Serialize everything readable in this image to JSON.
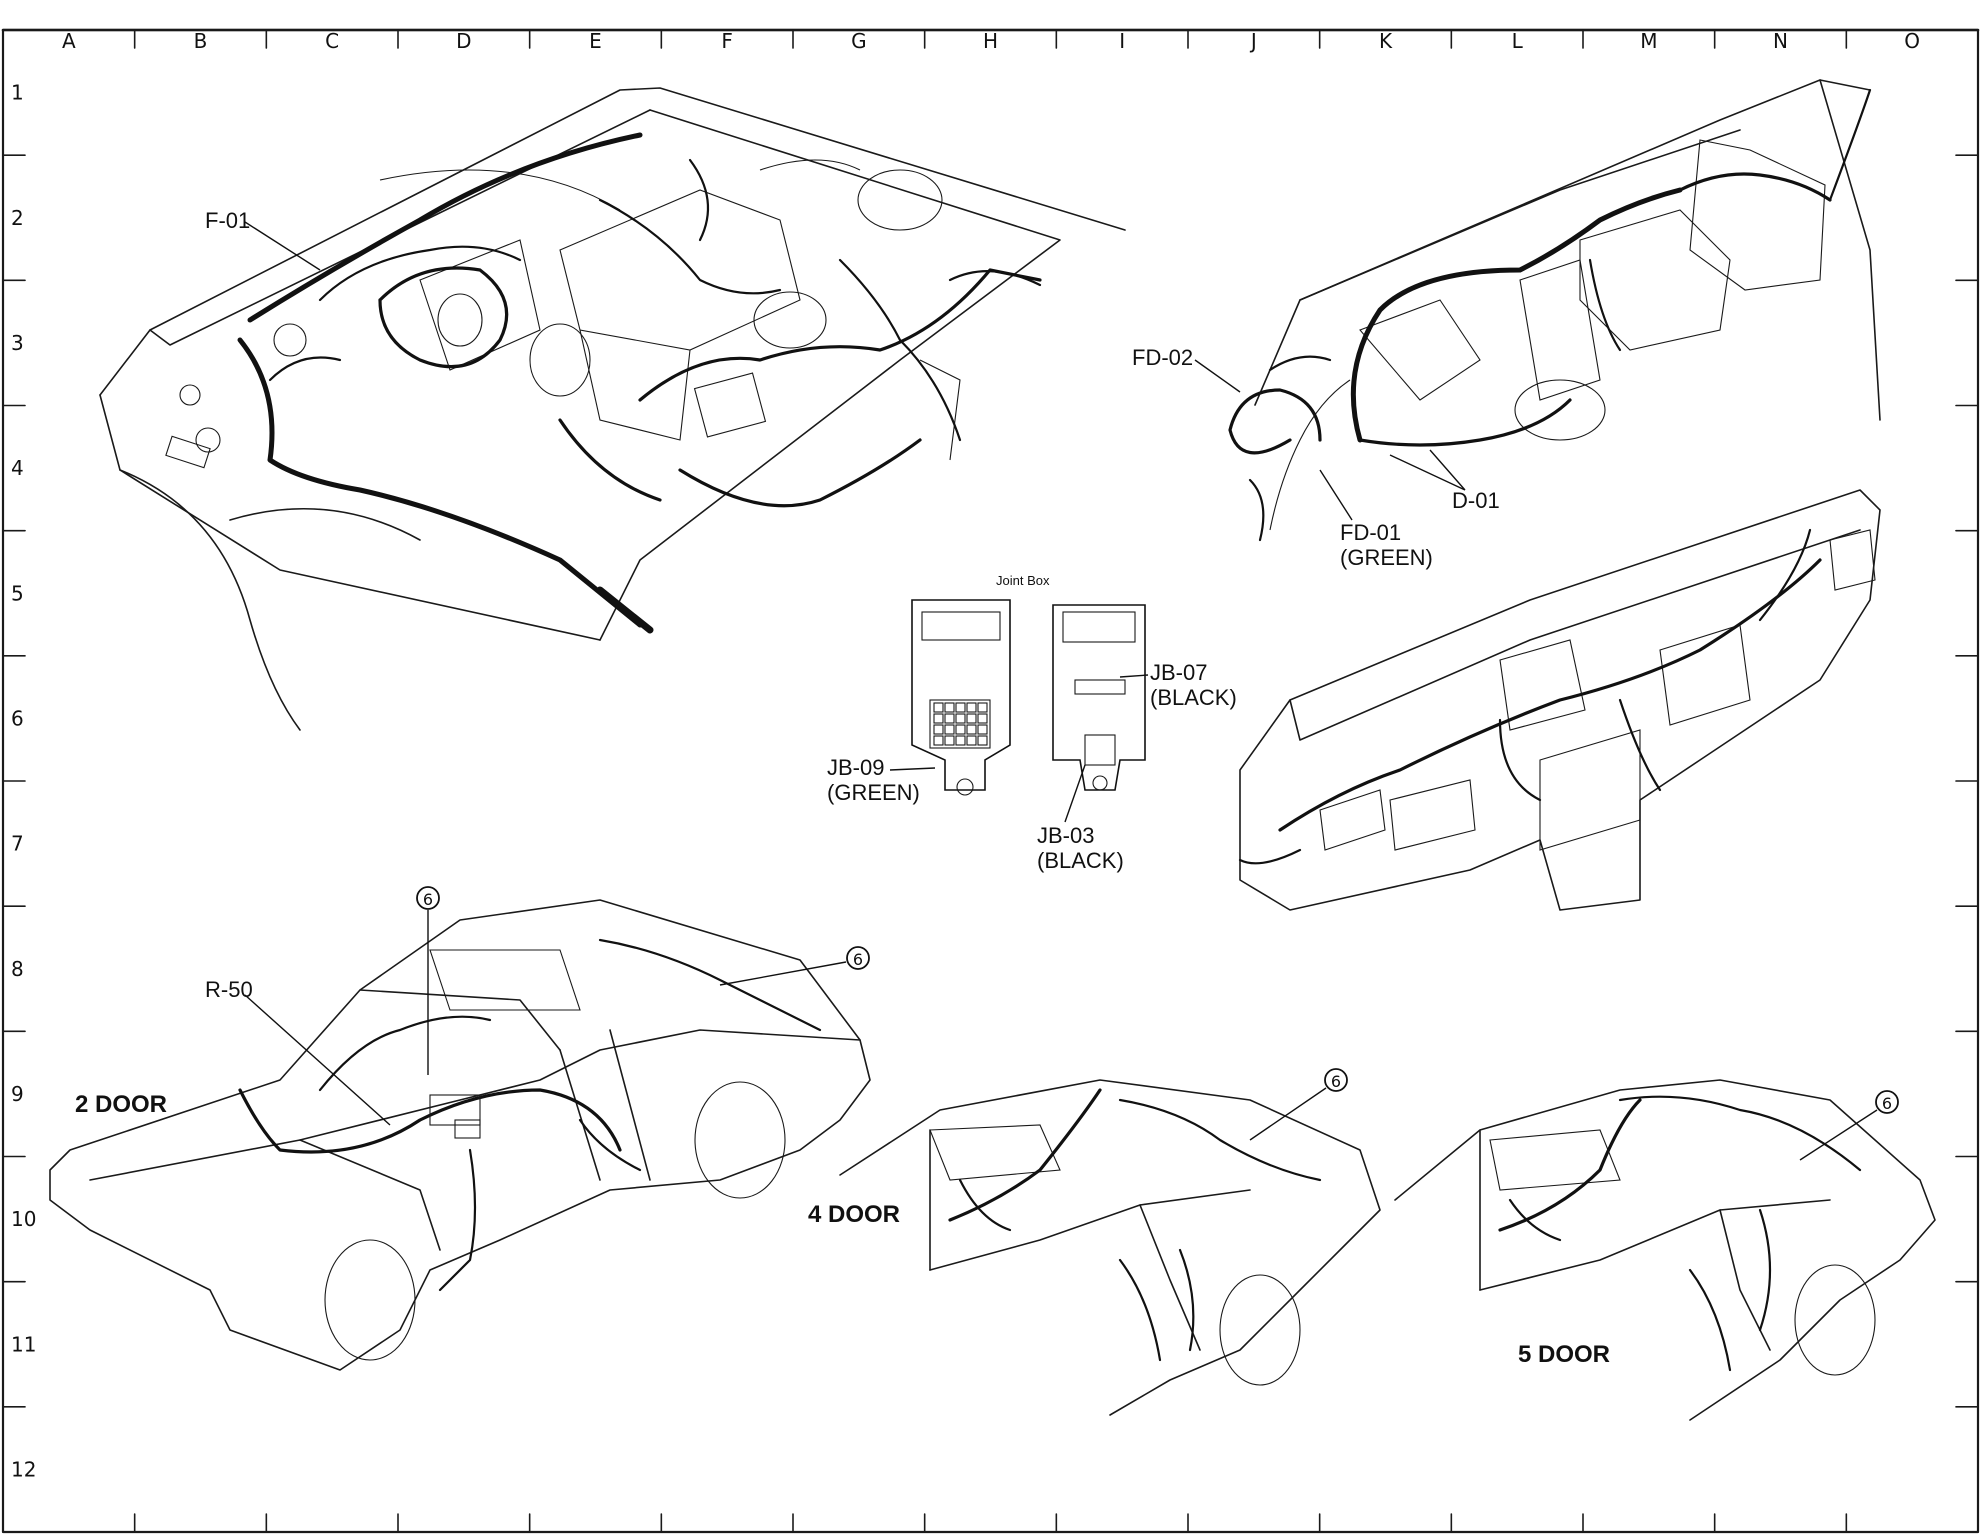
{
  "grid": {
    "columns": [
      "A",
      "B",
      "C",
      "D",
      "E",
      "F",
      "G",
      "H",
      "I",
      "J",
      "K",
      "L",
      "M",
      "N",
      "O"
    ],
    "rows": [
      "1",
      "2",
      "3",
      "4",
      "5",
      "6",
      "7",
      "8",
      "9",
      "10",
      "11",
      "12"
    ]
  },
  "labels": {
    "engine": {
      "f01": "F-01"
    },
    "dash_upper": {
      "fd02": "FD-02",
      "fd01": "FD-01",
      "fd01_color": "(GREEN)",
      "d01": "D-01"
    },
    "joint_box": {
      "title": "Joint Box",
      "jb09": "JB-09",
      "jb09_color": "(GREEN)",
      "jb07": "JB-07",
      "jb07_color": "(BLACK)",
      "jb03": "JB-03",
      "jb03_color": "(BLACK)"
    },
    "body": {
      "circle_mark": "6",
      "r50": "R-50",
      "two_door": "2 DOOR",
      "four_door": "4 DOOR",
      "five_door": "5 DOOR"
    }
  }
}
